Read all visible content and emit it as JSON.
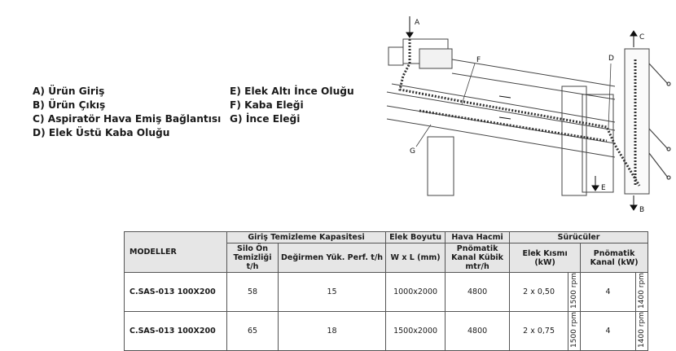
{
  "legend": {
    "left": [
      "A) Ürün Giriş",
      "B) Ürün Çıkış",
      "C) Aspiratör Hava Emiş Bağlantısı",
      "D) Elek Üstü Kaba Oluğu"
    ],
    "right": [
      "E) Elek Altı İnce Oluğu",
      "F) Kaba Eleği",
      "G) İnce Eleği"
    ]
  },
  "diagram_labels": {
    "a": "A",
    "b": "B",
    "c": "C",
    "d": "D",
    "e": "E",
    "f": "F",
    "g": "G"
  },
  "table": {
    "headers": {
      "models": "MODELLER",
      "capacity": "Giriş Temizleme Kapasitesi",
      "silo": "Silo Ön Temizliği t/h",
      "mill": "Değirmen Yük. Perf. t/h",
      "screen_size": "Elek Boyutu",
      "wxl": "W x L (mm)",
      "air_group": "Hava Hacmi",
      "air": "Pnömatik Kanal Kübik mtr/h",
      "drives": "Sürücüler",
      "screen_kw": "Elek Kısmı (kW)",
      "pneu_kw": "Pnömatik Kanal (kW)"
    },
    "rows": [
      {
        "model": "C.SAS-013 100X200",
        "silo": "58",
        "mill": "15",
        "size": "1000x2000",
        "air": "4800",
        "screen_kw": "2 x 0,50",
        "rpm1": "1500 rpm",
        "pneu_kw": "4",
        "rpm2": "1400 rpm"
      },
      {
        "model": "C.SAS-013 100X200",
        "silo": "65",
        "mill": "18",
        "size": "1500x2000",
        "air": "4800",
        "screen_kw": "2 x 0,75",
        "rpm1": "1500 rpm",
        "pneu_kw": "4",
        "rpm2": "1400 rpm"
      }
    ]
  }
}
